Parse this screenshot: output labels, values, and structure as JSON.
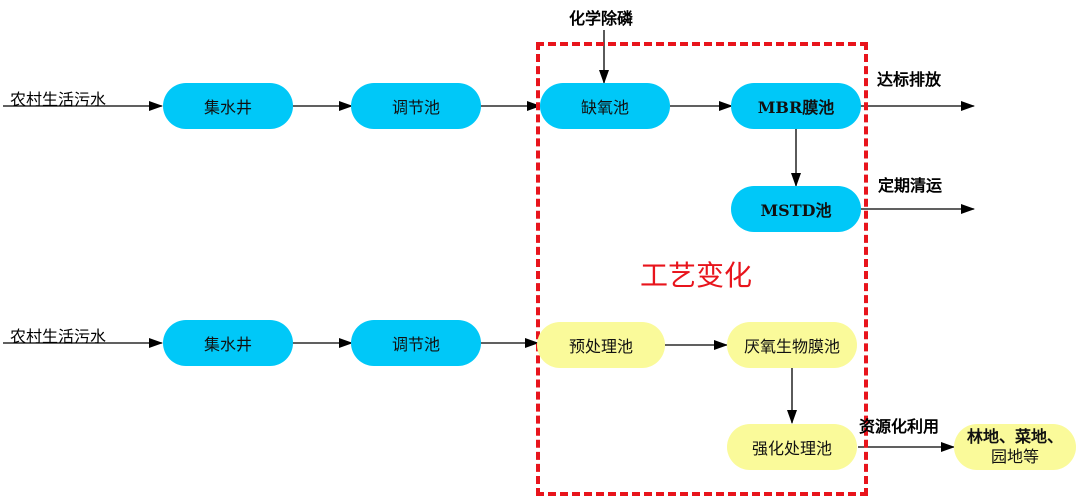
{
  "diagram": {
    "title": "工艺变化",
    "colors": {
      "blue_node": "#00c8f8",
      "yellow_node": "#fafa9a",
      "dashed_box": "#e8141c",
      "title": "#e8141c"
    },
    "top_flow": {
      "input_label": "农村生活污水",
      "nodes": [
        "集水井",
        "调节池",
        "缺氧池",
        "MBR膜池",
        "MSTD池"
      ],
      "chemical_input": "化学除磷",
      "output_discharge": "达标排放",
      "output_sludge": "定期清运"
    },
    "bottom_flow": {
      "input_label": "农村生活污水",
      "nodes": [
        "集水井",
        "调节池",
        "预处理池",
        "厌氧生物膜池",
        "强化处理池"
      ],
      "output_label": "资源化利用",
      "destination_line1": "林地、菜地、",
      "destination_line2": "园地等"
    }
  }
}
